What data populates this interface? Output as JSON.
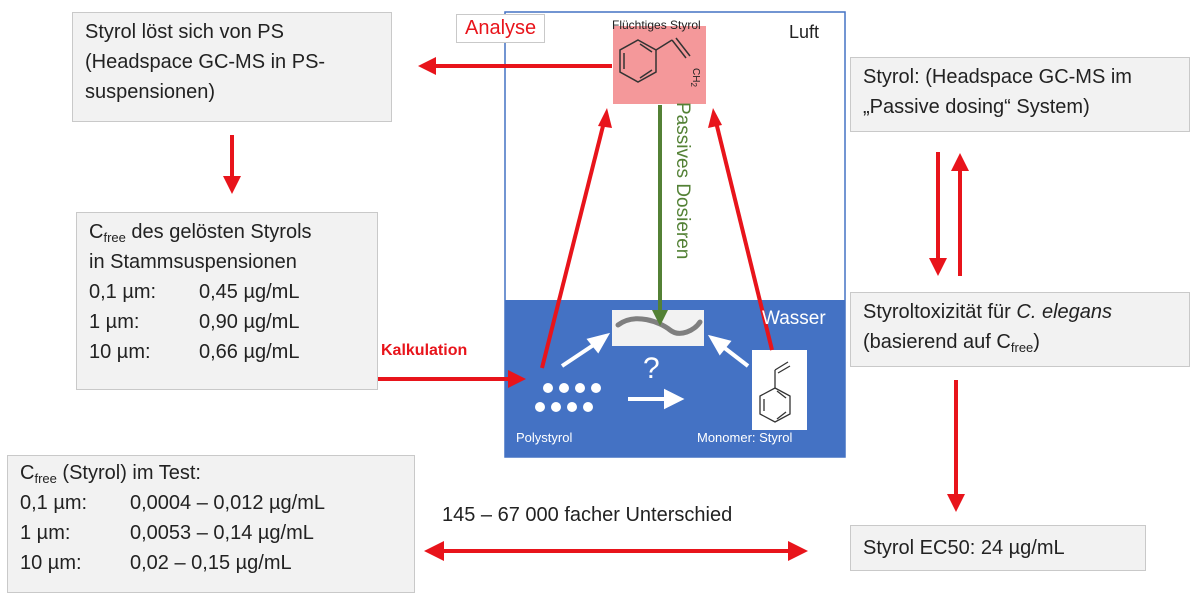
{
  "box_top_left": {
    "line1": "Styrol löst sich von PS",
    "line2": "(Headspace GC-MS in PS-",
    "line3": "suspensionen)"
  },
  "box_cfree_stock": {
    "c_label": "C",
    "c_sub": "free",
    "line1_rest": " des gelösten Styrols",
    "line2": "in Stammsuspensionen",
    "rows": [
      {
        "size": "0,1 µm:",
        "value": "0,45 µg/mL"
      },
      {
        "size": "1 µm:",
        "value": "0,90 µg/mL"
      },
      {
        "size": "10 µm:",
        "value": "0,66 µg/mL"
      }
    ]
  },
  "box_cfree_test": {
    "c_label": "C",
    "c_sub": "free",
    "line1_rest": " (Styrol) im Test:",
    "rows": [
      {
        "size": "0,1 µm:",
        "value": "0,0004 – 0,012 µg/mL"
      },
      {
        "size": "1 µm:",
        "value": "0,0053 – 0,14 µg/mL"
      },
      {
        "size": "10 µm:",
        "value": "0,02 – 0,15  µg/mL"
      }
    ]
  },
  "box_passive_dosing": {
    "line1": "Styrol: (Headspace GC-MS im",
    "line2": "„Passive dosing“ System)"
  },
  "box_toxicity": {
    "line1_pre": "Styroltoxizität für ",
    "line1_em": "C. elegans",
    "line2_pre": "(basierend auf C",
    "line2_sub": "free",
    "line2_post": ")"
  },
  "box_ec50": {
    "text": "Styrol EC50: 24 µg/mL"
  },
  "center": {
    "air_label": "Luft",
    "water_label": "Wasser",
    "volatile_label": "Flüchtiges Styrol",
    "ch2_label": "CH2",
    "passive_label": "Passives Dosieren",
    "polystyrene_label": "Polystyrol",
    "monomer_label": "Monomer: Styrol",
    "question": "?"
  },
  "labels": {
    "analyse": "Analyse",
    "kalkulation": "Kalkulation",
    "difference": "145 – 67 000 facher Unterschied"
  },
  "colors": {
    "arrow_red": "#e8141b",
    "water_blue": "#4472c4",
    "volatile_pink": "#f4989a",
    "passive_green": "#538135",
    "box_gray": "#f2f2f2"
  }
}
